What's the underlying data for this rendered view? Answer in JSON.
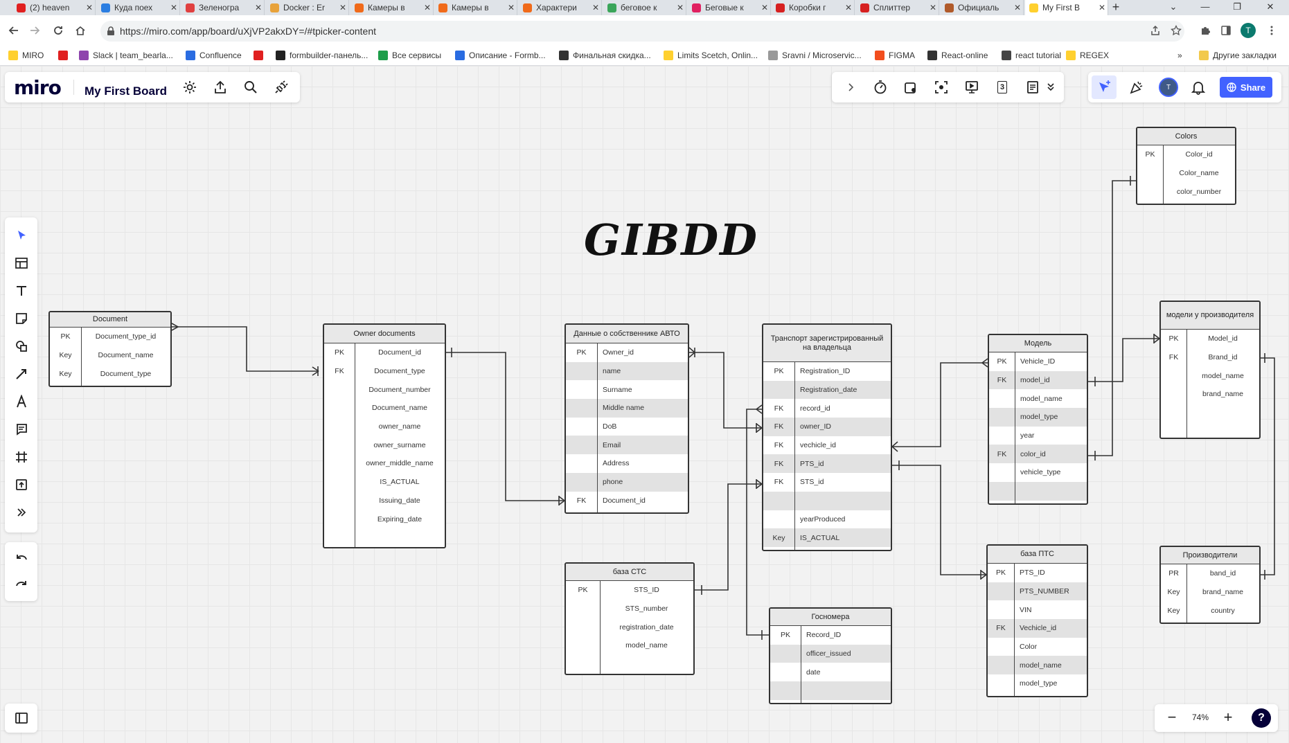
{
  "browser": {
    "tabs": [
      {
        "label": "(2) heaven",
        "color": "#e02020"
      },
      {
        "label": "Куда поех",
        "color": "#2a7de1"
      },
      {
        "label": "Зеленогра",
        "color": "#e04040"
      },
      {
        "label": "Docker : Er",
        "color": "#e8a23a"
      },
      {
        "label": "Камеры в",
        "color": "#f06a1a"
      },
      {
        "label": "Камеры в",
        "color": "#f06a1a"
      },
      {
        "label": "Характери",
        "color": "#f06a1a"
      },
      {
        "label": "беговое к",
        "color": "#3aa55a"
      },
      {
        "label": "Беговые к",
        "color": "#e02060"
      },
      {
        "label": "Коробки г",
        "color": "#d62020"
      },
      {
        "label": "Сплиттер",
        "color": "#d62020"
      },
      {
        "label": "Официаль",
        "color": "#b05a2a"
      },
      {
        "label": "My First B",
        "color": "#ffd02f"
      }
    ],
    "url": "https://miro.com/app/board/uXjVP2akxDY=/#tpicker-content",
    "bookmarks": [
      {
        "label": "MIRO",
        "color": "#ffd02f"
      },
      {
        "label": "",
        "color": "#e02020"
      },
      {
        "label": "Slack | team_bearla...",
        "color": "#8e44ad"
      },
      {
        "label": "Confluence",
        "color": "#2a6ce1"
      },
      {
        "label": "",
        "color": "#e02020"
      },
      {
        "label": "formbuilder-панель...",
        "color": "#222222"
      },
      {
        "label": "Все сервисы",
        "color": "#1e9e4a"
      },
      {
        "label": "Описание - Formb...",
        "color": "#2a6ce1"
      },
      {
        "label": "Финальная скидка...",
        "color": "#333333"
      },
      {
        "label": "Limits Scetch, Onlin...",
        "color": "#ffd02f"
      },
      {
        "label": "Sravni / Microservic...",
        "color": "#999999"
      },
      {
        "label": "FIGMA",
        "color": "#f24e1e"
      },
      {
        "label": "React-online",
        "color": "#333333"
      },
      {
        "label": "react tutorial",
        "color": "#444444"
      },
      {
        "label": "REGEX",
        "color": "#ffd02f"
      }
    ],
    "other_bookmarks": "Другие закладки",
    "more": "»"
  },
  "miro": {
    "logo": "miro",
    "board_title": "My First Board",
    "share_label": "Share",
    "avatar_letter": "T",
    "frames_count": "3",
    "zoom_level": "74%",
    "help": "?",
    "minus": "−",
    "plus": "+",
    "accent": "#4262ff"
  },
  "board": {
    "title": "GIBDD",
    "tables": [
      {
        "id": "document",
        "title": "Document",
        "rows": [
          {
            "k": "PK",
            "v": "Document_type_id"
          },
          {
            "k": "Key",
            "v": "Document_name"
          },
          {
            "k": "Key",
            "v": "Document_type"
          }
        ]
      },
      {
        "id": "owner_documents",
        "title": "Owner documents",
        "rows": [
          {
            "k": "PK",
            "v": "Document_id"
          },
          {
            "k": "FK",
            "v": "Document_type"
          },
          {
            "k": "",
            "v": "Document_number"
          },
          {
            "k": "",
            "v": "Document_name"
          },
          {
            "k": "",
            "v": "owner_name"
          },
          {
            "k": "",
            "v": "owner_surname"
          },
          {
            "k": "",
            "v": "owner_middle_name"
          },
          {
            "k": "",
            "v": "IS_ACTUAL"
          },
          {
            "k": "",
            "v": "Issuing_date"
          },
          {
            "k": "",
            "v": "Expiring_date"
          }
        ]
      },
      {
        "id": "owner_data",
        "title": "Данные о  собственнике АВТО",
        "rows": [
          {
            "k": "PK",
            "v": "Owner_id"
          },
          {
            "k": "",
            "v": "name"
          },
          {
            "k": "",
            "v": "Surname"
          },
          {
            "k": "",
            "v": "Middle name"
          },
          {
            "k": "",
            "v": "DoB"
          },
          {
            "k": "",
            "v": "Email"
          },
          {
            "k": "",
            "v": "Address"
          },
          {
            "k": "",
            "v": "phone"
          },
          {
            "k": "FK",
            "v": "Document_id"
          }
        ]
      },
      {
        "id": "transport",
        "title": "Транспорт зарегистрированный на владельца",
        "rows": [
          {
            "k": "PK",
            "v": "Registration_ID"
          },
          {
            "k": "",
            "v": "Registration_date"
          },
          {
            "k": "FK",
            "v": "record_id"
          },
          {
            "k": "FK",
            "v": "owner_ID"
          },
          {
            "k": "FK",
            "v": "vechicle_id"
          },
          {
            "k": "FK",
            "v": "PTS_id"
          },
          {
            "k": "FK",
            "v": "STS_id"
          },
          {
            "k": "",
            "v": ""
          },
          {
            "k": "",
            "v": "yearProduced"
          },
          {
            "k": "Key",
            "v": "IS_ACTUAL"
          }
        ]
      },
      {
        "id": "sts",
        "title": "база СТС",
        "rows": [
          {
            "k": "PK",
            "v": "STS_ID"
          },
          {
            "k": "",
            "v": "STS_number"
          },
          {
            "k": "",
            "v": "registration_date"
          },
          {
            "k": "",
            "v": "model_name"
          }
        ]
      },
      {
        "id": "gosnomera",
        "title": "Госномера",
        "rows": [
          {
            "k": "PK",
            "v": "Record_ID"
          },
          {
            "k": "",
            "v": "officer_issued"
          },
          {
            "k": "",
            "v": "date"
          },
          {
            "k": "",
            "v": ""
          }
        ]
      },
      {
        "id": "model",
        "title": "Модель",
        "rows": [
          {
            "k": "PK",
            "v": "Vehicle_ID"
          },
          {
            "k": "FK",
            "v": "model_id"
          },
          {
            "k": "",
            "v": "model_name"
          },
          {
            "k": "",
            "v": "model_type"
          },
          {
            "k": "",
            "v": "year"
          },
          {
            "k": "FK",
            "v": "color_id"
          },
          {
            "k": "",
            "v": "vehicle_type"
          },
          {
            "k": "",
            "v": ""
          }
        ]
      },
      {
        "id": "pts",
        "title": "база ПТС",
        "rows": [
          {
            "k": "PK",
            "v": "PTS_ID"
          },
          {
            "k": "",
            "v": "PTS_NUMBER"
          },
          {
            "k": "",
            "v": "VIN"
          },
          {
            "k": "FK",
            "v": "Vechicle_id"
          },
          {
            "k": "",
            "v": "Color"
          },
          {
            "k": "",
            "v": "model_name"
          },
          {
            "k": "",
            "v": "model_type"
          }
        ]
      },
      {
        "id": "colors",
        "title": "Colors",
        "rows": [
          {
            "k": "PK",
            "v": "Color_id"
          },
          {
            "k": "",
            "v": "Color_name"
          },
          {
            "k": "",
            "v": "color_number"
          }
        ]
      },
      {
        "id": "maker_models",
        "title": "модели у производителя",
        "rows": [
          {
            "k": "PK",
            "v": "Model_id"
          },
          {
            "k": "FK",
            "v": "Brand_id"
          },
          {
            "k": "",
            "v": "model_name"
          },
          {
            "k": "",
            "v": "brand_name"
          },
          {
            "k": "",
            "v": ""
          },
          {
            "k": "",
            "v": ""
          }
        ]
      },
      {
        "id": "makers",
        "title": "Производители",
        "rows": [
          {
            "k": "PR",
            "v": "band_id"
          },
          {
            "k": "Key",
            "v": "brand_name"
          },
          {
            "k": "Key",
            "v": "country"
          }
        ]
      }
    ]
  }
}
